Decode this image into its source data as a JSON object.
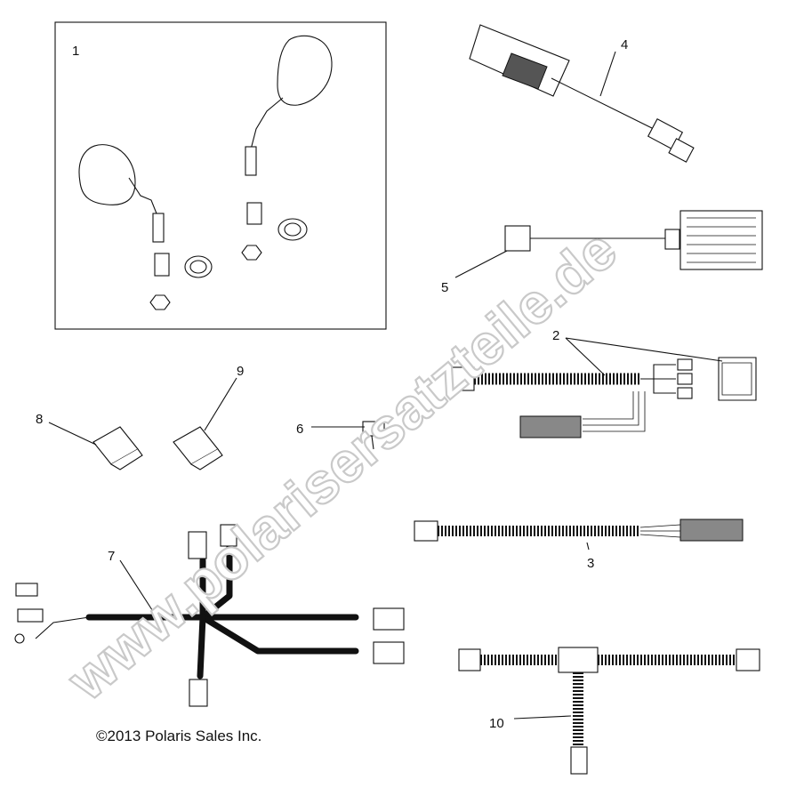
{
  "callouts": {
    "c1": "1",
    "c2": "2",
    "c3": "3",
    "c4": "4",
    "c5": "5",
    "c6": "6",
    "c7": "7",
    "c8": "8",
    "c9": "9",
    "c10": "10"
  },
  "copyright": "©2013 Polaris Sales Inc.",
  "watermark": "www.polarisersatzteile.de"
}
